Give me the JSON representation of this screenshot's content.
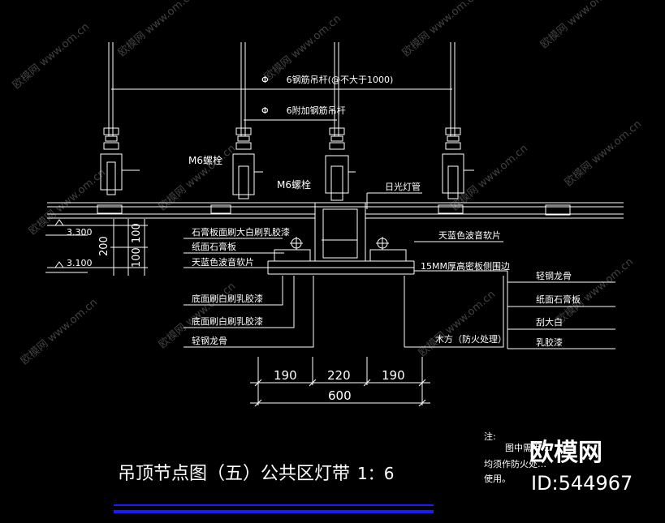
{
  "colors": {
    "background": "#000000",
    "line": "#ffffff",
    "accent_blue": "#1a1aff",
    "watermark": "#777777"
  },
  "top_labels": {
    "rod_main": "Φ　　6钢筋吊杆(@不大于1000)",
    "rod_extra": "Φ　　6附加钢筋吊杆"
  },
  "bolt_labels": [
    "M6螺栓",
    "M6螺栓"
  ],
  "levels": [
    "3.300",
    "3.100"
  ],
  "vertical_dims": [
    "200",
    "100",
    "100"
  ],
  "left_callouts": [
    "石膏板面刷大白刷乳胶漆",
    "纸面石膏板",
    "天蓝色波音软片",
    "底面刷白刷乳胶漆",
    "底面刷白刷乳胶漆",
    "轻钢龙骨"
  ],
  "right_callouts": {
    "lamp": "日光灯管",
    "blue_film": "天蓝色波音软片",
    "edge_board": "15MM厚高密板侧围边",
    "wood": "木方（防火处理）"
  },
  "legend": [
    "轻钢龙骨",
    "纸面石膏板",
    "刮大白",
    "乳胶漆"
  ],
  "bottom_dims": {
    "segments": [
      "190",
      "220",
      "190"
    ],
    "total": "600"
  },
  "title": "吊顶节点图（五）公共区灯带",
  "scale": "1：6",
  "notes": {
    "label": "注:",
    "line1": "图中需用…",
    "line2": "均须作防火处…",
    "line3": "使用。"
  },
  "watermark": {
    "brand": "欧模网",
    "url": "www.om.cn",
    "id": "ID:544967"
  }
}
